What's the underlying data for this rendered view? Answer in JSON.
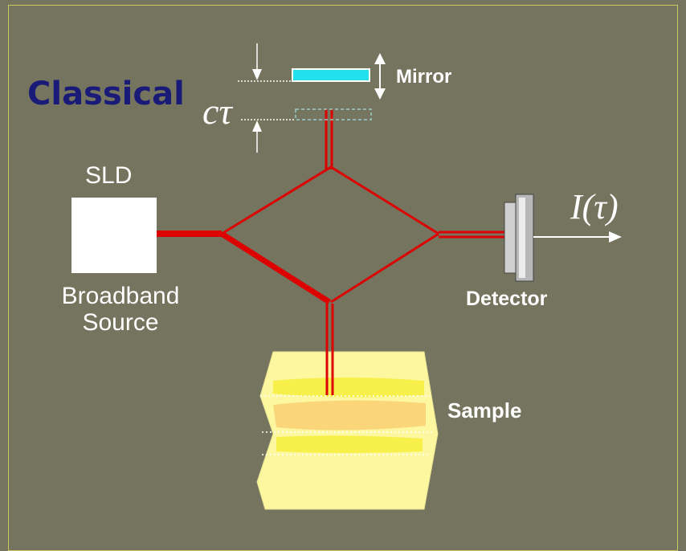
{
  "diagram": {
    "title": "Classical",
    "labels": {
      "mirror": "Mirror",
      "light_source_short": "SLD",
      "light_source_long": "Broadband Source",
      "detector": "Detector",
      "sample": "Sample",
      "output_signal": "I(τ)",
      "path_delay": "cτ"
    }
  },
  "colors": {
    "background": "#74745f",
    "beam": "#dd0000",
    "mirror": "#22e0ee",
    "title": "#1a1a78",
    "sample_base": "#fdf7a0",
    "sample_layer_light": "#f8f04a",
    "sample_layer_orange": "#fbd57a"
  }
}
